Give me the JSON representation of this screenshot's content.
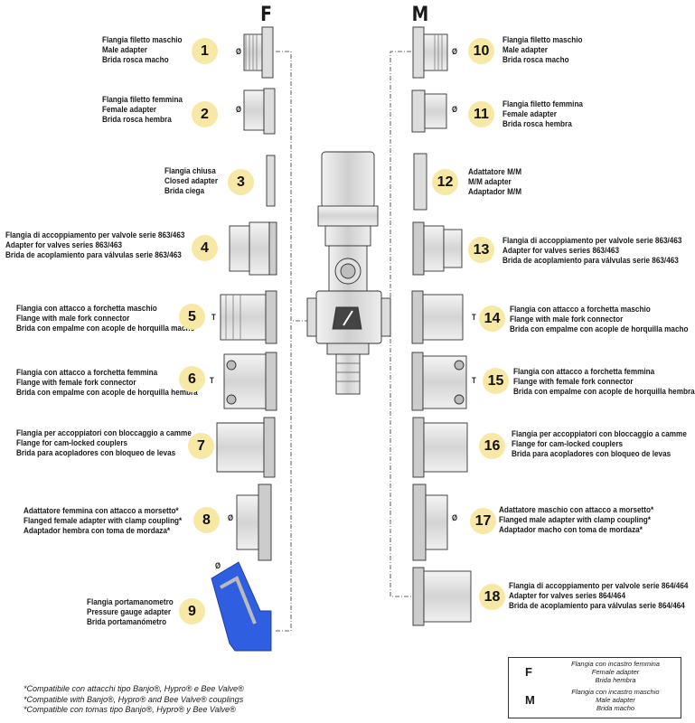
{
  "columns": {
    "female": "F",
    "male": "M"
  },
  "diameter_symbol": "Ø",
  "thread_symbol": "T",
  "items": [
    {
      "number": "1",
      "lines": [
        "Flangia filetto maschio",
        "Male adapter",
        "Brida rosca macho"
      ]
    },
    {
      "number": "2",
      "lines": [
        "Flangia filetto femmina",
        "Female adapter",
        "Brida rosca hembra"
      ]
    },
    {
      "number": "3",
      "lines": [
        "Flangia chiusa",
        "Closed adapter",
        "Brida ciega"
      ]
    },
    {
      "number": "4",
      "lines": [
        "Flangia di accoppiamento per valvole serie 863/463",
        "Adapter for valves series 863/463",
        "Brida de acoplamiento para válvulas serie 863/463"
      ]
    },
    {
      "number": "5",
      "lines": [
        "Flangia con attacco a forchetta maschio",
        "Flange with male fork connector",
        "Brida con empalme con acople de horquilla macho"
      ]
    },
    {
      "number": "6",
      "lines": [
        "Flangia con attacco a forchetta femmina",
        "Flange with female fork connector",
        "Brida con empalme con acople de horquilla hembra"
      ]
    },
    {
      "number": "7",
      "lines": [
        "Flangia per accoppiatori con bloccaggio a camme",
        "Flange for cam-locked couplers",
        "Brida para acopladores con bloqueo de levas"
      ]
    },
    {
      "number": "8",
      "lines": [
        "Adattatore femmina con attacco a morsetto*",
        "Flanged female adapter with clamp coupling*",
        "Adaptador hembra con toma de mordaza*"
      ]
    },
    {
      "number": "9",
      "lines": [
        "Flangia portamanometro",
        "Pressure gauge adapter",
        "Brida portamanómetro"
      ]
    },
    {
      "number": "10",
      "lines": [
        "Flangia filetto maschio",
        "Male adapter",
        "Brida rosca macho"
      ]
    },
    {
      "number": "11",
      "lines": [
        "Flangia filetto femmina",
        "Female adapter",
        "Brida rosca hembra"
      ]
    },
    {
      "number": "12",
      "lines": [
        "Adattatore M/M",
        "M/M adapter",
        "Adaptador M/M"
      ]
    },
    {
      "number": "13",
      "lines": [
        "Flangia di accoppiamento per valvole serie 863/463",
        "Adapter for valves series 863/463",
        "Brida de acoplamiento para válvulas serie 863/463"
      ]
    },
    {
      "number": "14",
      "lines": [
        "Flangia con attacco a forchetta maschio",
        "Flange with male fork connector",
        "Brida con empalme con acople de horquilla macho"
      ]
    },
    {
      "number": "15",
      "lines": [
        "Flangia con attacco a forchetta femmina",
        "Flange with female fork connector",
        "Brida con empalme con acople de horquilla hembra"
      ]
    },
    {
      "number": "16",
      "lines": [
        "Flangia per accoppiatori con bloccaggio a camme",
        "Flange for cam-locked couplers",
        "Brida para acopladores con bloqueo de levas"
      ]
    },
    {
      "number": "17",
      "lines": [
        "Adattatore maschio con attacco a morsetto*",
        "Flanged male adapter with clamp coupling*",
        "Adaptador macho con toma de mordaza*"
      ]
    },
    {
      "number": "18",
      "lines": [
        "Flangia di accoppiamento per valvole serie 864/464",
        "Adapter for valves series 864/464",
        "Brida de acoplamiento para válvulas serie 864/464"
      ]
    }
  ],
  "footnotes": [
    "*Compatibile con attacchi tipo Banjo®, Hypro® e Bee Valve®",
    "*Compatible with Banjo®, Hypro® and Bee Valve® couplings",
    "*Compatible con tomas tipo Banjo®, Hypro® y Bee Valve®"
  ],
  "legend": [
    {
      "key": "F",
      "lines": [
        "Flangia con incastro femmina",
        "Female adapter",
        "Brida hembra"
      ]
    },
    {
      "key": "M",
      "lines": [
        "Flangia con incastro maschio",
        "Male adapter",
        "Brida macho"
      ]
    }
  ],
  "colors": {
    "badge": "#f7e8a6",
    "part_fill": "#e6e6e6",
    "part_stroke": "#333333",
    "gauge_blue": "#2f5fe0"
  }
}
